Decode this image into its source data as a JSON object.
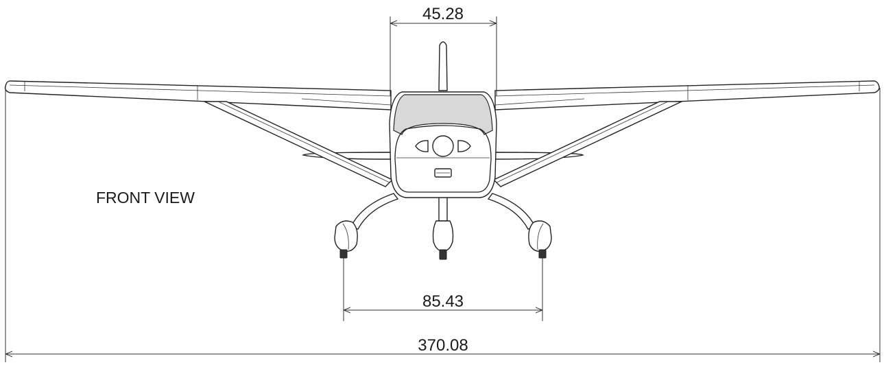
{
  "view_label": "FRONT VIEW",
  "dimensions": {
    "fuselage_width": "45.28",
    "wheel_track": "85.43",
    "wingspan": "370.08"
  },
  "colors": {
    "line": "#222222",
    "windshield": "#d8d8d8",
    "background": "#ffffff"
  }
}
